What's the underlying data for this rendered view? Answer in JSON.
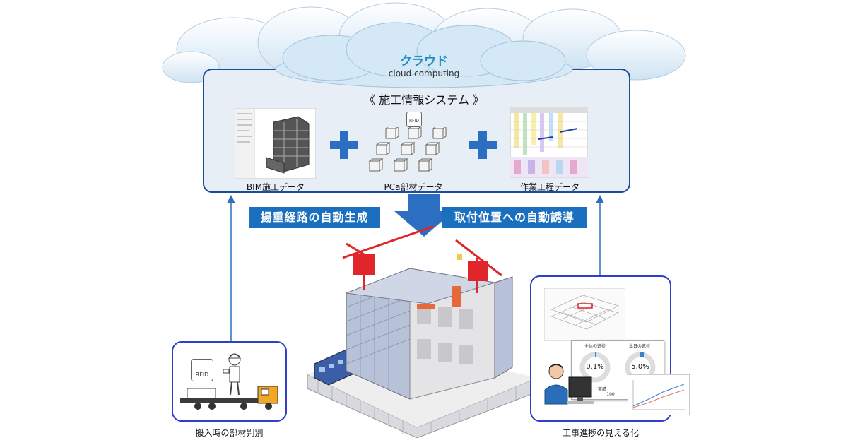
{
  "cloud": {
    "title": "クラウド",
    "subtitle": "cloud computing"
  },
  "system": {
    "title": "《 施工情報システム 》",
    "components": [
      {
        "label": "BIM施工データ"
      },
      {
        "label": "PCa部材データ"
      },
      {
        "label": "作業工程データ"
      }
    ],
    "rfid_tag": "RFID"
  },
  "actions": {
    "left": "揚重経路の自動生成",
    "right": "取付位置への自動誘導"
  },
  "panels": {
    "left": {
      "caption": "搬入時の部材判別",
      "rfid_tag": "RFID"
    },
    "right": {
      "caption": "工事進捗の見える化",
      "overall_title": "全体の進捗",
      "overall_value": "0.1%",
      "today_title": "本日の進捗",
      "today_value": "5.0%",
      "small_label": "実績",
      "small_number": "100"
    }
  },
  "colors": {
    "accent_blue": "#1b6fbf",
    "crane_red": "#e0252b",
    "panel_border": "#2f3fc9"
  }
}
